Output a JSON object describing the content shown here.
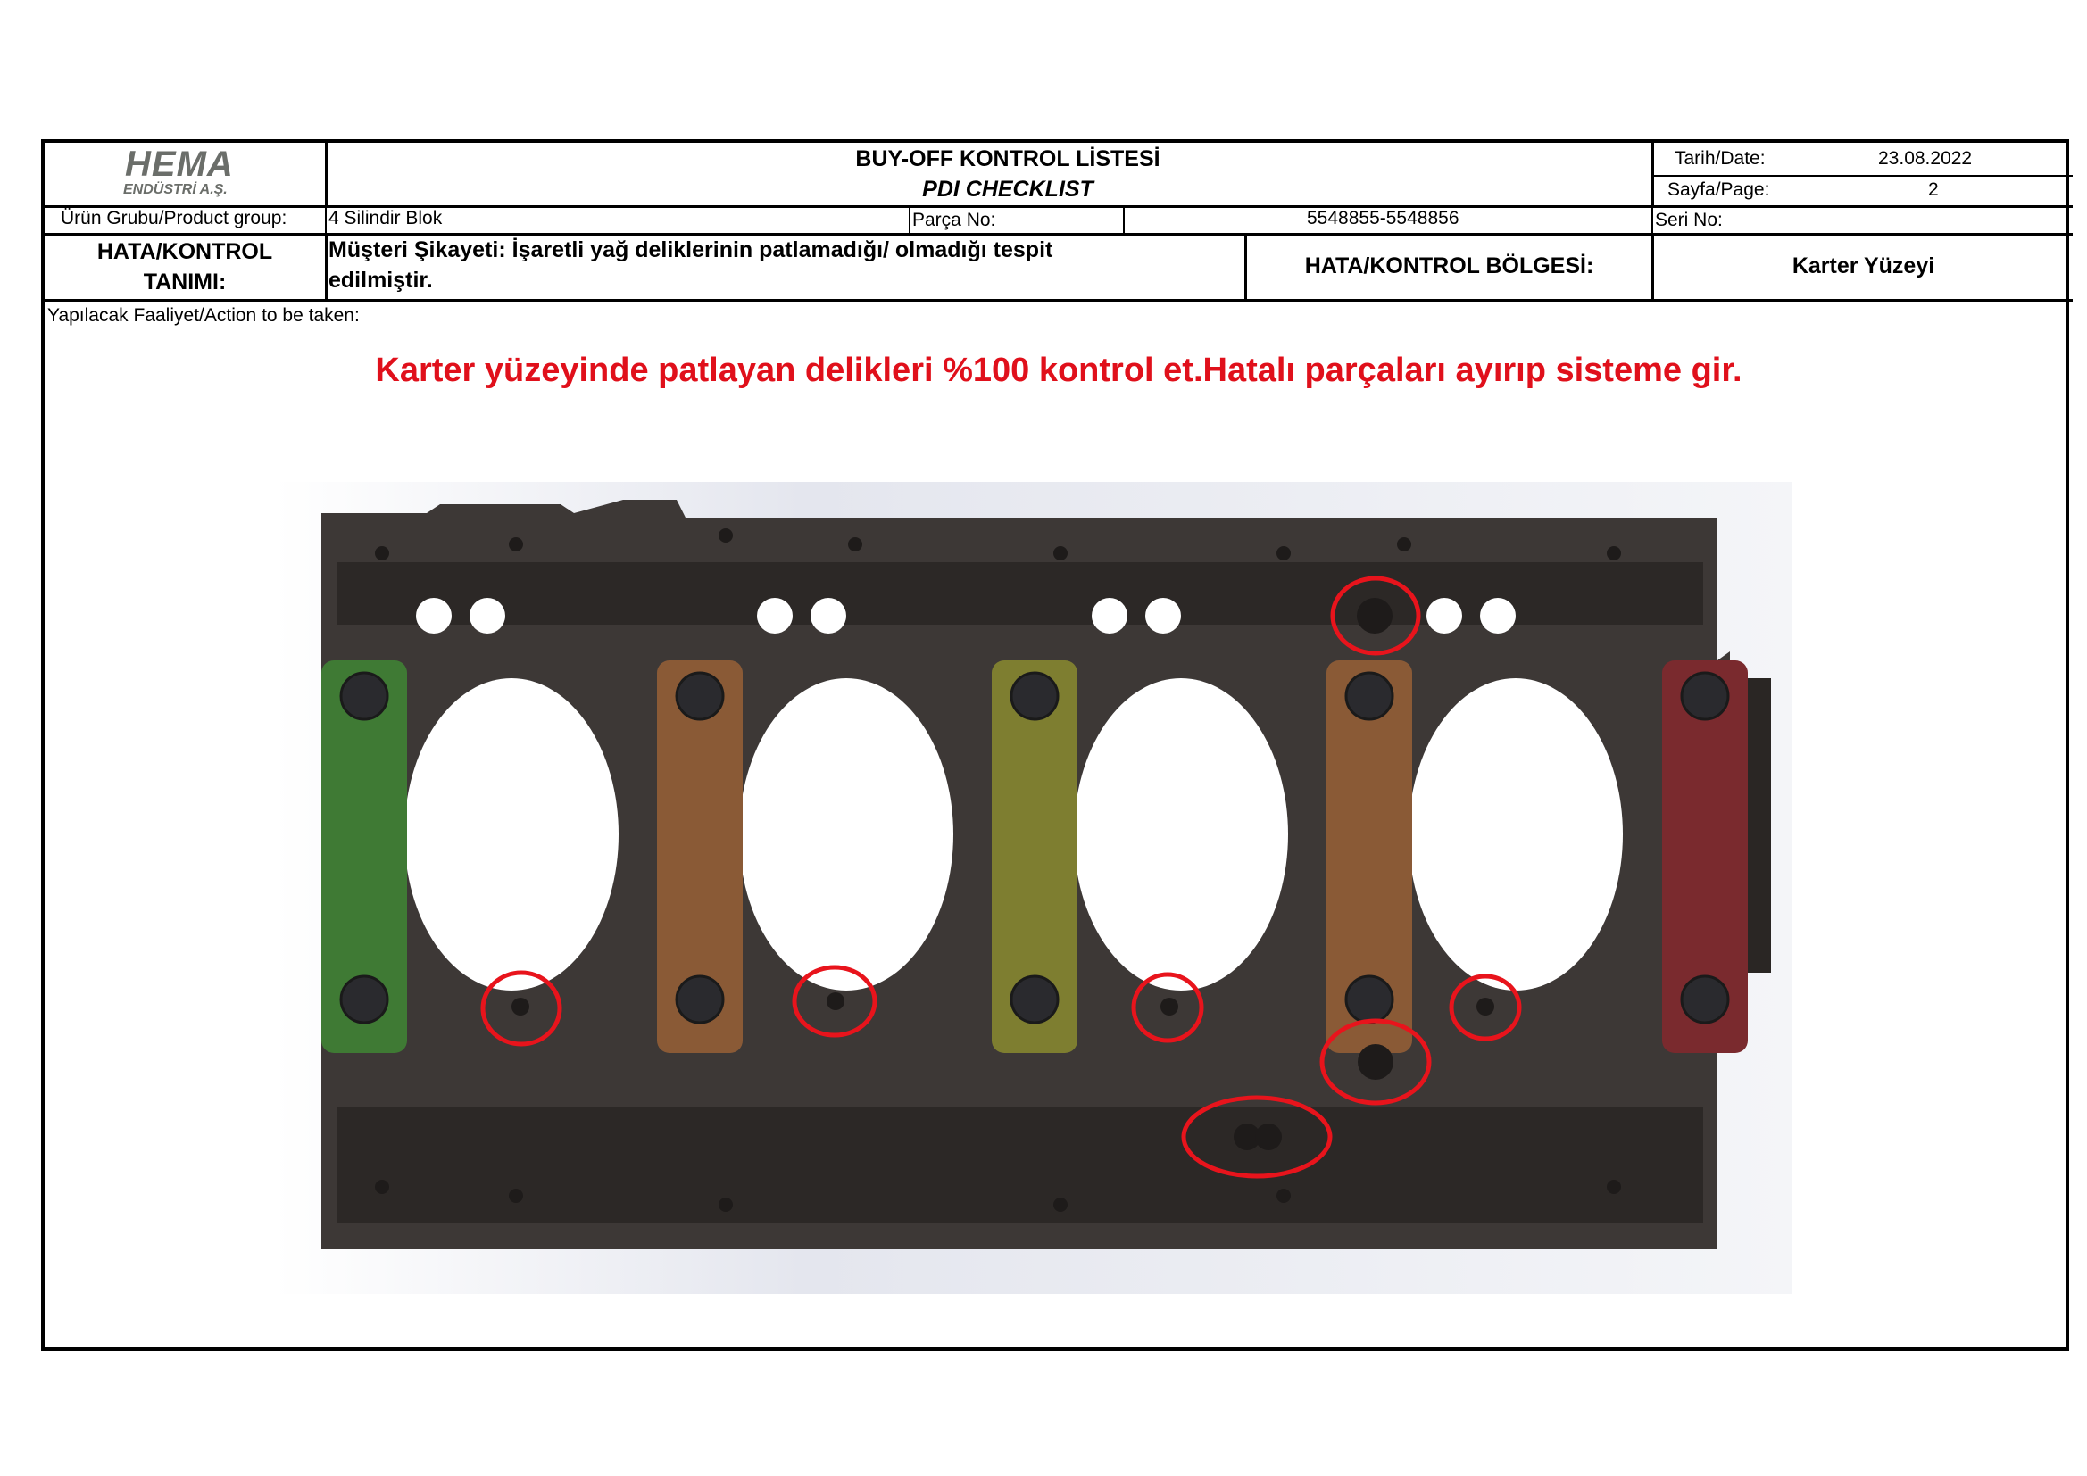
{
  "header": {
    "logo_main": "HEMA",
    "logo_sub": "ENDÜSTRİ A.Ş.",
    "title_tr": "BUY-OFF KONTROL LİSTESİ",
    "title_en": "PDI CHECKLIST",
    "date_label": "Tarih/Date:",
    "date_value": "23.08.2022",
    "page_label": "Sayfa/Page:",
    "page_value": "2"
  },
  "row2": {
    "product_group_label": "Ürün Grubu/Product group:",
    "product_group_value": "4 Silindir Blok",
    "part_no_label": "Parça No:",
    "part_no_value": "5548855-5548856",
    "serial_label": "Seri No:"
  },
  "row3": {
    "defect_label_line1": "HATA/KONTROL",
    "defect_label_line2": "TANIMI:",
    "complaint_line1": "Müşteri Şikayeti: İşaretli yağ deliklerinin patlamadığı/ olmadığı tespit",
    "complaint_line2": "edilmiştir.",
    "region_label": "HATA/KONTROL BÖLGESİ:",
    "region_value": "Karter Yüzeyi"
  },
  "action": {
    "label": "Yapılacak Faaliyet/Action to be taken:",
    "instruction": "Karter yüzeyinde patlayan delikleri %100 kontrol et.Hatalı parçaları ayırıp sisteme gir."
  },
  "colors": {
    "instruction": "#e0101b",
    "marker_circle": "#e8141c",
    "block_body": "#3d3836",
    "cap_green": "#3f7a34",
    "cap_bronze": "#8a5a36",
    "cap_olive": "#7e7e30",
    "cap_red": "#7a2a2e",
    "logo_gray": "#6b6e6a"
  }
}
